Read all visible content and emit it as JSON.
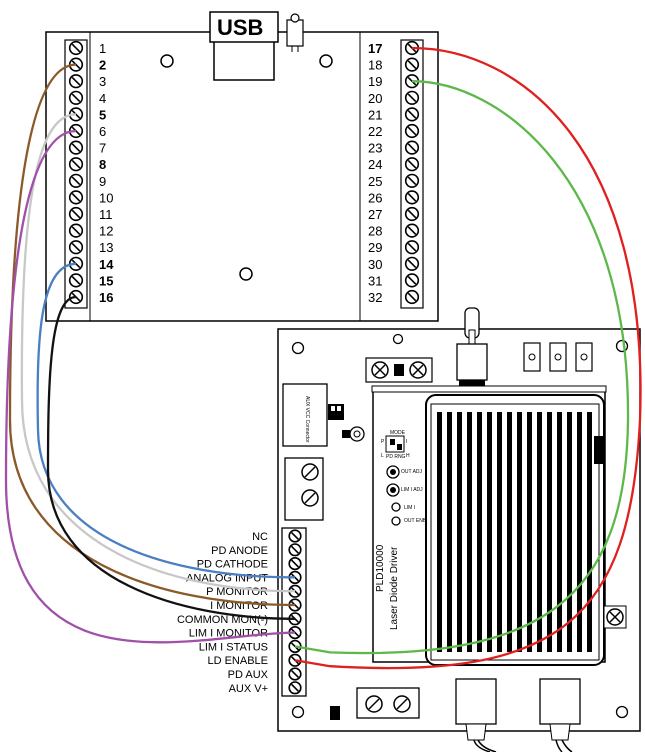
{
  "usb_label": "USB",
  "left_terminals": [
    {
      "label": "1",
      "color": "#000000",
      "bold": false
    },
    {
      "label": "2",
      "color": "#8B5A2B",
      "bold": true
    },
    {
      "label": "3",
      "color": "#000000",
      "bold": false
    },
    {
      "label": "4",
      "color": "#000000",
      "bold": false
    },
    {
      "label": "5",
      "color": "#C8C8C8",
      "bold": true
    },
    {
      "label": "6",
      "color": "#A050A8",
      "bold": false
    },
    {
      "label": "7",
      "color": "#000000",
      "bold": false
    },
    {
      "label": "8",
      "color": "#000000",
      "bold": true
    },
    {
      "label": "9",
      "color": "#000000",
      "bold": false
    },
    {
      "label": "10",
      "color": "#000000",
      "bold": false
    },
    {
      "label": "11",
      "color": "#000000",
      "bold": false
    },
    {
      "label": "12",
      "color": "#000000",
      "bold": false
    },
    {
      "label": "13",
      "color": "#000000",
      "bold": false
    },
    {
      "label": "14",
      "color": "#4A7FC1",
      "bold": true
    },
    {
      "label": "15",
      "color": "#000000",
      "bold": true
    },
    {
      "label": "16",
      "color": "#000000",
      "bold": true
    }
  ],
  "right_terminals": [
    {
      "label": "17",
      "color": "#E0201E",
      "bold": true
    },
    {
      "label": "18",
      "color": "#000000",
      "bold": false
    },
    {
      "label": "19",
      "color": "#5DB84A",
      "bold": false
    },
    {
      "label": "20",
      "color": "#000000",
      "bold": false
    },
    {
      "label": "21",
      "color": "#000000",
      "bold": false
    },
    {
      "label": "22",
      "color": "#000000",
      "bold": false
    },
    {
      "label": "23",
      "color": "#000000",
      "bold": false
    },
    {
      "label": "24",
      "color": "#000000",
      "bold": false
    },
    {
      "label": "25",
      "color": "#000000",
      "bold": false
    },
    {
      "label": "26",
      "color": "#000000",
      "bold": false
    },
    {
      "label": "27",
      "color": "#000000",
      "bold": false
    },
    {
      "label": "28",
      "color": "#000000",
      "bold": false
    },
    {
      "label": "29",
      "color": "#000000",
      "bold": false
    },
    {
      "label": "30",
      "color": "#000000",
      "bold": false
    },
    {
      "label": "31",
      "color": "#000000",
      "bold": false
    },
    {
      "label": "32",
      "color": "#000000",
      "bold": false
    }
  ],
  "driver_pins": [
    "NC",
    "PD ANODE",
    "PD CATHODE",
    "ANALOG INPUT",
    "P MONITOR",
    "I MONITOR",
    "COMMON MON(-)",
    "LIM I MONITOR",
    "LIM I STATUS",
    "LD ENABLE",
    "PD AUX",
    "AUX V+"
  ],
  "aux_connector": "AUX VCC Connector",
  "driver_name": "PLD10000",
  "driver_subtitle": "Laser Diode Driver",
  "mode_switch": {
    "title": "MODE",
    "p": "P",
    "i": "I",
    "l": "L",
    "h": "H",
    "pd_rng": "PD RNG"
  },
  "pots": [
    "OUT ADJ",
    "LIM I ADJ",
    "LIM I",
    "OUT ENBL"
  ],
  "wire_colors": {
    "brown": "#8B5A2B",
    "gray": "#C8C8C8",
    "purple": "#A050A8",
    "blue": "#4A7FC1",
    "black": "#111111",
    "red": "#E0201E",
    "green": "#5DB84A"
  }
}
